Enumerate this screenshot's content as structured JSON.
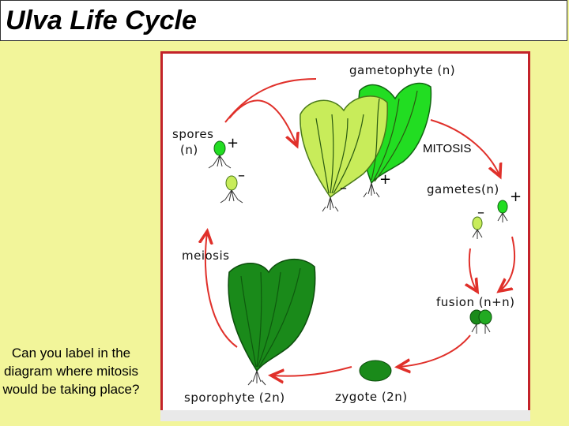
{
  "title": "Ulva Life Cycle",
  "question": "Can you label in the diagram where mitosis would be taking place?",
  "diagram": {
    "labels": {
      "gametophyte": "gametophyte (n)",
      "spores_line1": "spores",
      "spores_line2": "(n)",
      "mitosis": "MITOSIS",
      "gametes": "gametes(n)",
      "meiosis": "meiosis",
      "fusion": "fusion (n+n)",
      "sporophyte": "sporophyte (2n)",
      "zygote": "zygote (2n)"
    },
    "signs": {
      "plus": "+",
      "minus": "–"
    }
  },
  "colors": {
    "background": "#f2f59a",
    "frame_border": "#c3232a",
    "arrow": "#e0302a",
    "light_green": "#c8ec5a",
    "bright_green": "#22dd22",
    "dark_green": "#1a8a1a"
  }
}
